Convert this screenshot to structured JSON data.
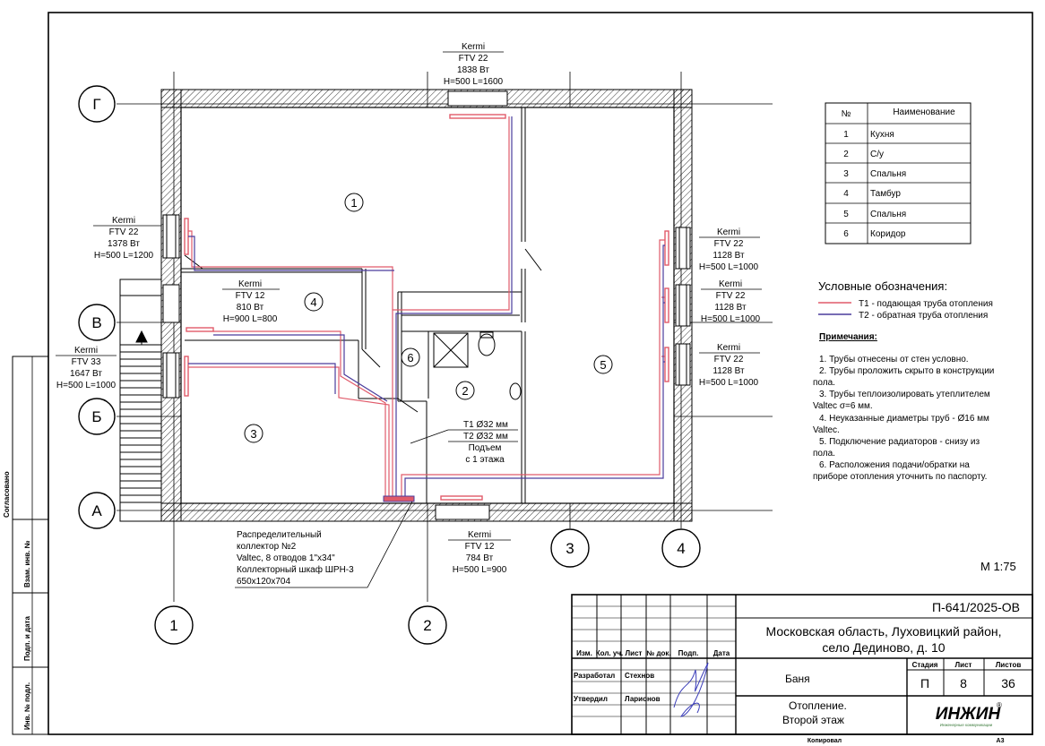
{
  "axes": {
    "rows": [
      "Г",
      "В",
      "Б",
      "А"
    ],
    "cols": [
      "1",
      "2",
      "3",
      "4"
    ]
  },
  "room_numbers": [
    "1",
    "4",
    "6",
    "2",
    "5",
    "3"
  ],
  "radiators": [
    {
      "brand": "Kermi",
      "model": "FTV 22",
      "power": "1838 Вт",
      "size": "H=500 L=1600"
    },
    {
      "brand": "Kermi",
      "model": "FTV 22",
      "power": "1378 Вт",
      "size": "H=500 L=1200"
    },
    {
      "brand": "Kermi",
      "model": "FTV 12",
      "power": "810 Вт",
      "size": "H=900 L=800"
    },
    {
      "brand": "Kermi",
      "model": "FTV 33",
      "power": "1647 Вт",
      "size": "H=500 L=1000"
    },
    {
      "brand": "Kermi",
      "model": "FTV 22",
      "power": "1128 Вт",
      "size": "H=500 L=1000"
    },
    {
      "brand": "Kermi",
      "model": "FTV 22",
      "power": "1128 Вт",
      "size": "H=500 L=1000"
    },
    {
      "brand": "Kermi",
      "model": "FTV 22",
      "power": "1128 Вт",
      "size": "H=500 L=1000"
    },
    {
      "brand": "Kermi",
      "model": "FTV 12",
      "power": "784 Вт",
      "size": "H=500 L=900"
    }
  ],
  "riser": {
    "t1": "Т1 Ø32 мм",
    "t2": "Т2 Ø32 мм",
    "note1": "Подъем",
    "note2": "с 1 этажа"
  },
  "collector": [
    "Распределительный",
    "коллектор №2",
    "Valtec, 8 отводов 1\"х34\"",
    "Коллекторный шкаф ШРН-3",
    "650x120x704"
  ],
  "rooms_table": {
    "headers": [
      "№",
      "Наименование"
    ],
    "rows": [
      [
        "1",
        "Кухня"
      ],
      [
        "2",
        "С/у"
      ],
      [
        "3",
        "Спальня"
      ],
      [
        "4",
        "Тамбур"
      ],
      [
        "5",
        "Спальня"
      ],
      [
        "6",
        "Коридор"
      ]
    ]
  },
  "legend": {
    "title": "Условные обозначения:",
    "t1": "Т1 - подающая труба отопления",
    "t2": "Т2 - обратная труба отопления",
    "t1_color": "#e05a6a",
    "t2_color": "#4a3c9c"
  },
  "notes": {
    "title": "Примечания:",
    "items": [
      "1.     Трубы отнесены от стен условно.",
      "2.     Трубы проложить скрыто в конструкции",
      "пола.",
      "3.     Трубы теплоизолировать утеплителем",
      "Valtec σ=6 мм.",
      "4.     Неуказанные диаметры труб - Ø16 мм",
      "Valtec.",
      "5.     Подключение радиаторов - снизу из",
      "пола.",
      "6.     Расположения подачи/обратки на",
      "приборе отопления уточнить по паспорту."
    ]
  },
  "scale": "М 1:75",
  "side_stamp": [
    "Согласовано",
    "Взам. инв. №",
    "Подп. и дата",
    "Инв. № подл."
  ],
  "title_block": {
    "code": "П-641/2025-ОВ",
    "address1": "Московская область, Луховицкий район,",
    "address2": "село Дединово, д. 10",
    "col_headers": [
      "Изм.",
      "Кол. уч.",
      "Лист",
      "№ док.",
      "Подп.",
      "Дата"
    ],
    "developed_label": "Разработал",
    "developed_name": "Стехнов",
    "approved_label": "Утвердил",
    "approved_name": "Ларионов",
    "object": "Баня",
    "stage_label": "Стадия",
    "sheet_label": "Лист",
    "sheets_label": "Листов",
    "stage": "П",
    "sheet": "8",
    "sheets": "36",
    "drawing1": "Отопление.",
    "drawing2": "Второй этаж",
    "logo": "ИНЖИН",
    "logo_sub": "Инженерные коммуникации",
    "copied": "Копировал",
    "format": "А3"
  }
}
